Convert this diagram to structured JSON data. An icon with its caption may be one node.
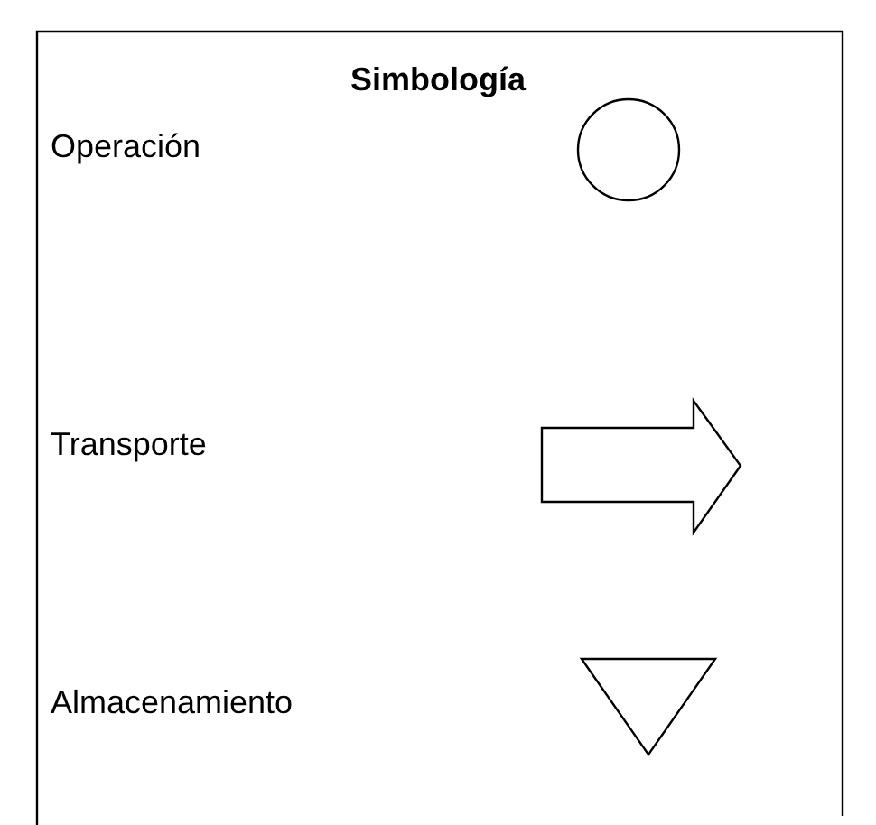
{
  "diagram": {
    "title": "Simbología",
    "legend": [
      {
        "text": "Operación"
      },
      {
        "text": "Transporte"
      },
      {
        "text": "Almacenamiento"
      }
    ]
  }
}
